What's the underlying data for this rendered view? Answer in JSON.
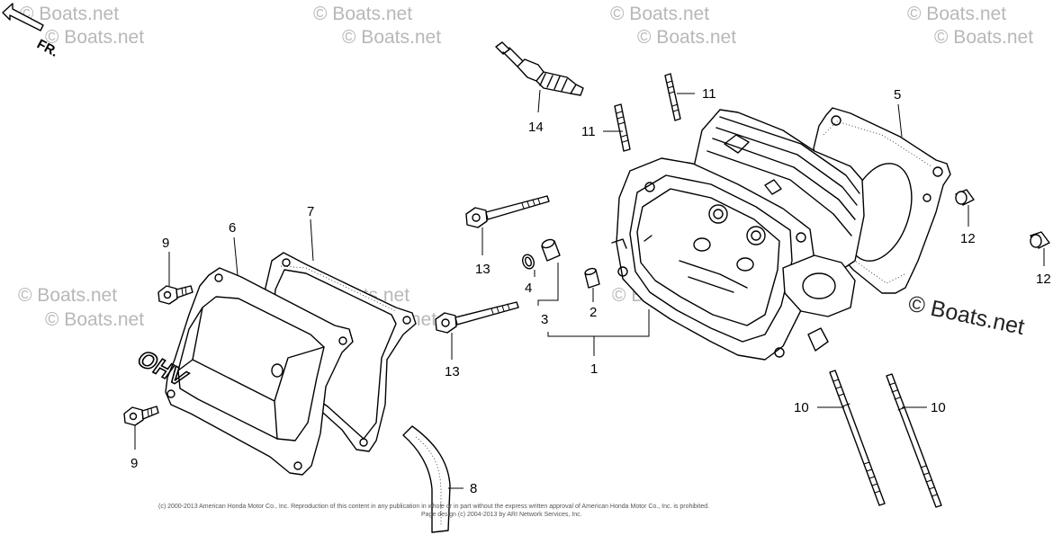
{
  "orientation": {
    "label": "FR."
  },
  "watermarks": {
    "tile_text": "© Boats.net",
    "main_text": "© Boats.net"
  },
  "parts": {
    "p1": "1",
    "p2": "2",
    "p3": "3",
    "p4": "4",
    "p5": "5",
    "p6": "6",
    "p7": "7",
    "p8": "8",
    "p9a": "9",
    "p9b": "9",
    "p10a": "10",
    "p10b": "10",
    "p11a": "11",
    "p11b": "11",
    "p12a": "12",
    "p12b": "12",
    "p13a": "13",
    "p13b": "13",
    "p14": "14"
  },
  "cover_lettering": "OHV",
  "copyright": {
    "line1": "(c) 2000-2013 American Honda Motor Co., Inc. Reproduction of this content in any publication in whole or in part without the express written approval of American Honda Motor Co., Inc. is prohibited.",
    "line2": "Page design (c) 2004-2013 by ARI Network Services, Inc."
  },
  "colors": {
    "line": "#000000",
    "watermark": "#b8b8b8",
    "background": "#ffffff"
  }
}
